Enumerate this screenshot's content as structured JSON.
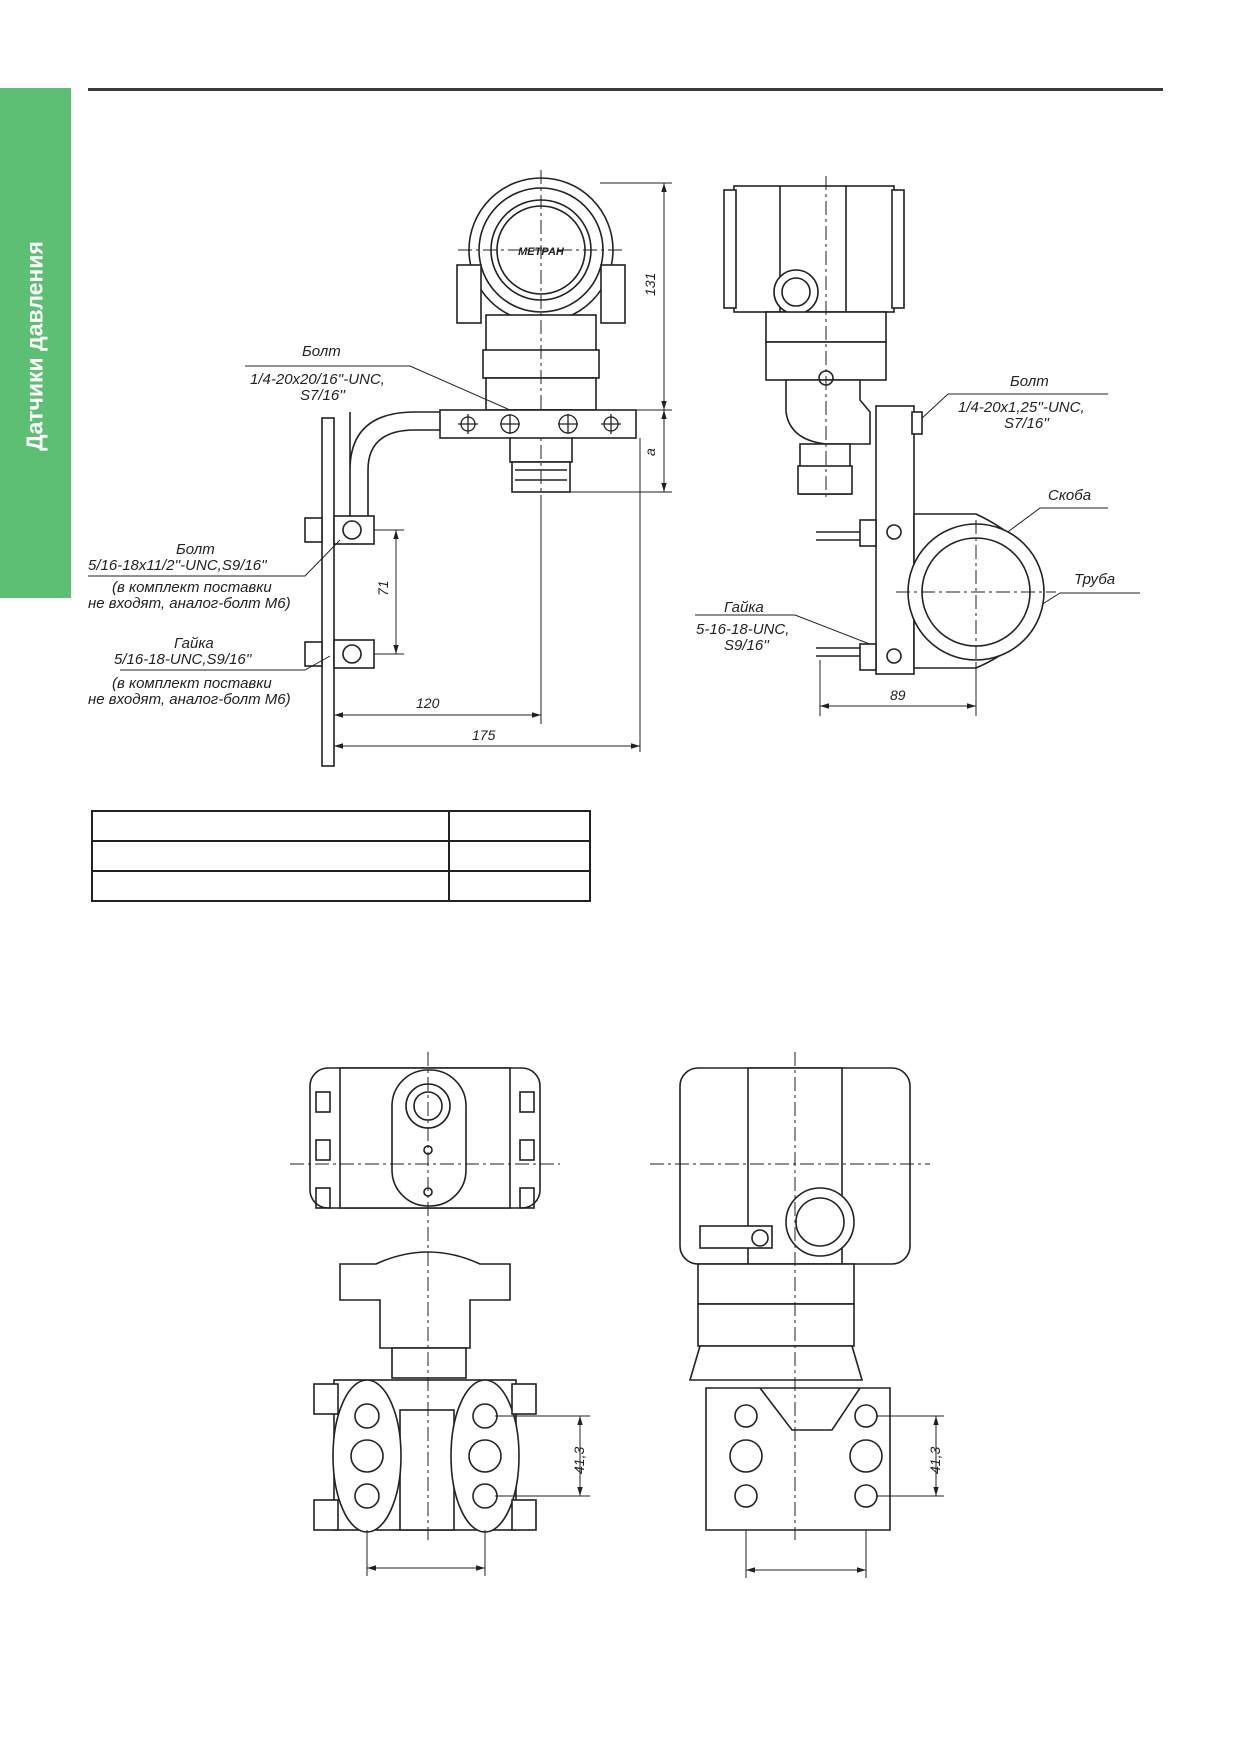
{
  "side_tab": {
    "label": "Датчики давления",
    "color": "#5cbf73"
  },
  "drawing_top": {
    "bolt1": {
      "title": "Болт",
      "spec1": "1/4-20х20/16''-UNC,",
      "spec2": "S7/16''"
    },
    "bolt2": {
      "title": "Болт",
      "spec1": "5/16-18х11/2''-UNC,S9/16''",
      "note1": "(в комплект поставки",
      "note2": "не входят, аналог-болт М6)"
    },
    "nut1": {
      "title": "Гайка",
      "spec1": "5/16-18-UNC,S9/16''",
      "note1": "(в комплект поставки",
      "note2": "не входят, аналог-болт М6)"
    },
    "bolt3": {
      "title": "Болт",
      "spec1": "1/4-20х1,25''-UNC,",
      "spec2": "S7/16''"
    },
    "bracket": "Скоба",
    "pipe": "Труба",
    "nut2": {
      "title": "Гайка",
      "spec1": "5-16-18-UNC,",
      "spec2": "S9/16''"
    },
    "logo": "МЕТРАН",
    "dims": {
      "d131": "131",
      "da": "a",
      "d71": "71",
      "d120": "120",
      "d175": "175",
      "d89": "89"
    }
  },
  "drawing_bottom": {
    "dims": {
      "left": "41,3",
      "right": "41,3"
    }
  }
}
